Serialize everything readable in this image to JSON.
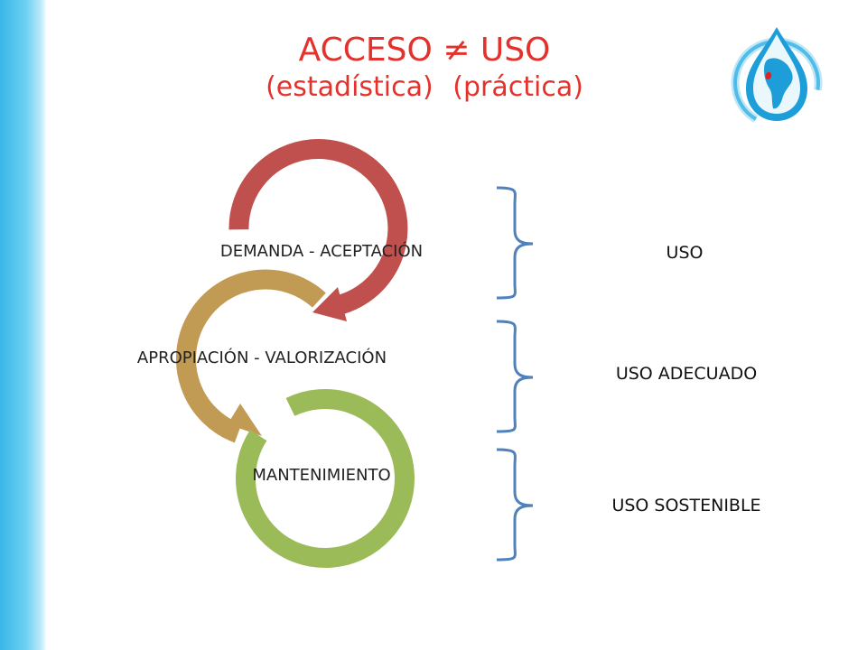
{
  "title": {
    "main": "ACCESO ≠ USO",
    "sub_left": "(estadística)",
    "sub_right": "(práctica)"
  },
  "cycle": [
    {
      "label": "DEMANDA - ACEPTACIÓN",
      "color": "#c0504d"
    },
    {
      "label": "APROPIACIÓN - VALORIZACIÓN",
      "color": "#c19b54"
    },
    {
      "label": "MANTENIMIENTO",
      "color": "#9bbb59"
    }
  ],
  "outcomes": [
    {
      "label": "USO"
    },
    {
      "label": "USO ADECUADO"
    },
    {
      "label": "USO SOSTENIBLE"
    }
  ],
  "colors": {
    "title": "#e4312b",
    "brace": "#4f81bd",
    "side_bar": "#39b7e8",
    "logo_drop": "#1e9ed8"
  },
  "logo": {
    "icon": "water-drop-america-icon"
  }
}
